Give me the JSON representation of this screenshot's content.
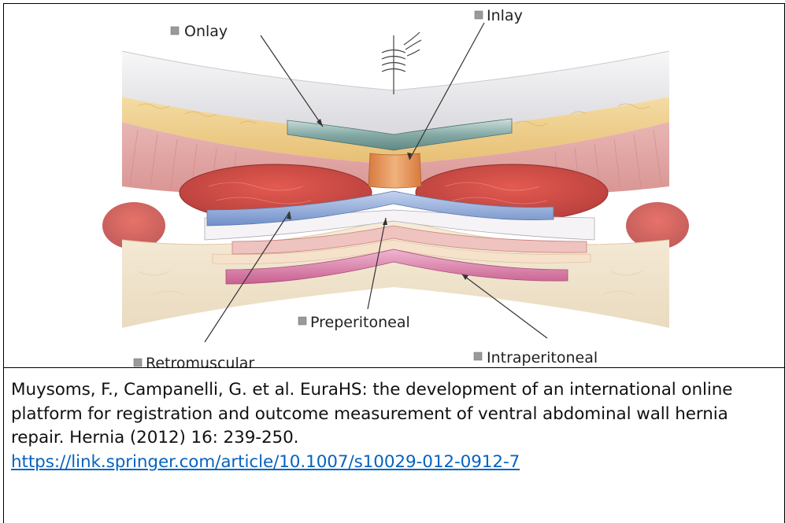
{
  "figure": {
    "labels": {
      "onlay": "Onlay",
      "inlay": "Inlay",
      "preperitoneal": "Preperitoneal",
      "retromuscular": "Retromuscular",
      "intraperitoneal": "Intraperitoneal"
    },
    "colors": {
      "skin": "#e6e6e9",
      "fat": "#f0d395",
      "muscle": "#cf6d6b",
      "fascia": "#f2e4ea",
      "onlay_mesh": "#7fa8a4",
      "inlay_mesh": "#e59b60",
      "retro_mesh": "#8fa8d3",
      "preperitoneal_mesh": "#f8e6e6",
      "intraperitoneal_mesh": "#d77aa6"
    }
  },
  "caption": {
    "text": "Muysoms, F., Campanelli, G. et al. EuraHS: the development of an international online platform for registration and outcome measurement of ventral abdominal wall hernia repair. Hernia (2012) 16: 239-250.",
    "link": "https://link.springer.com/article/10.1007/s10029-012-0912-7"
  }
}
